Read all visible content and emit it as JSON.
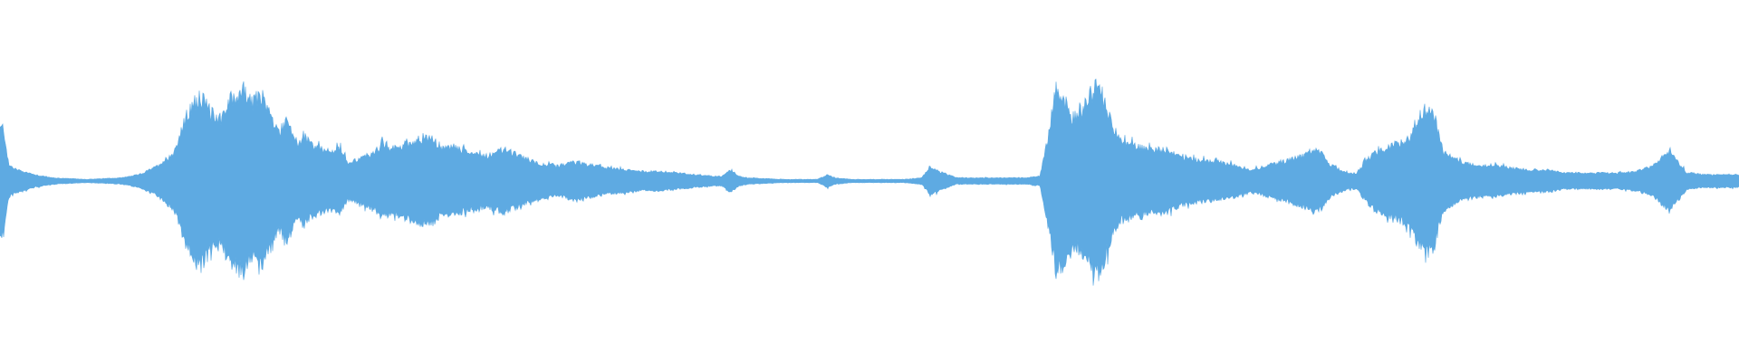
{
  "waveform": {
    "color": "#5eaae2",
    "background": "#ffffff",
    "amplitude_envelope": [
      [
        0.0,
        0.33
      ],
      [
        0.002,
        0.34
      ],
      [
        0.005,
        0.1
      ],
      [
        0.01,
        0.07
      ],
      [
        0.02,
        0.04
      ],
      [
        0.03,
        0.02
      ],
      [
        0.05,
        0.01
      ],
      [
        0.07,
        0.02
      ],
      [
        0.08,
        0.04
      ],
      [
        0.09,
        0.09
      ],
      [
        0.1,
        0.18
      ],
      [
        0.107,
        0.4
      ],
      [
        0.115,
        0.55
      ],
      [
        0.12,
        0.43
      ],
      [
        0.127,
        0.4
      ],
      [
        0.133,
        0.52
      ],
      [
        0.14,
        0.57
      ],
      [
        0.145,
        0.48
      ],
      [
        0.15,
        0.55
      ],
      [
        0.155,
        0.43
      ],
      [
        0.16,
        0.3
      ],
      [
        0.165,
        0.4
      ],
      [
        0.17,
        0.22
      ],
      [
        0.175,
        0.28
      ],
      [
        0.18,
        0.22
      ],
      [
        0.19,
        0.18
      ],
      [
        0.195,
        0.21
      ],
      [
        0.2,
        0.12
      ],
      [
        0.205,
        0.13
      ],
      [
        0.215,
        0.18
      ],
      [
        0.22,
        0.23
      ],
      [
        0.225,
        0.2
      ],
      [
        0.235,
        0.24
      ],
      [
        0.245,
        0.28
      ],
      [
        0.25,
        0.25
      ],
      [
        0.255,
        0.2
      ],
      [
        0.26,
        0.22
      ],
      [
        0.27,
        0.18
      ],
      [
        0.28,
        0.16
      ],
      [
        0.29,
        0.2
      ],
      [
        0.3,
        0.15
      ],
      [
        0.31,
        0.11
      ],
      [
        0.32,
        0.09
      ],
      [
        0.33,
        0.12
      ],
      [
        0.34,
        0.1
      ],
      [
        0.35,
        0.08
      ],
      [
        0.36,
        0.07
      ],
      [
        0.37,
        0.06
      ],
      [
        0.38,
        0.06
      ],
      [
        0.39,
        0.05
      ],
      [
        0.4,
        0.04
      ],
      [
        0.41,
        0.03
      ],
      [
        0.415,
        0.03
      ],
      [
        0.42,
        0.07
      ],
      [
        0.425,
        0.03
      ],
      [
        0.43,
        0.02
      ],
      [
        0.45,
        0.01
      ],
      [
        0.47,
        0.01
      ],
      [
        0.476,
        0.04
      ],
      [
        0.48,
        0.02
      ],
      [
        0.49,
        0.01
      ],
      [
        0.52,
        0.01
      ],
      [
        0.53,
        0.02
      ],
      [
        0.535,
        0.09
      ],
      [
        0.54,
        0.06
      ],
      [
        0.545,
        0.04
      ],
      [
        0.55,
        0.02
      ],
      [
        0.57,
        0.02
      ],
      [
        0.59,
        0.02
      ],
      [
        0.598,
        0.03
      ],
      [
        0.603,
        0.3
      ],
      [
        0.607,
        0.57
      ],
      [
        0.612,
        0.52
      ],
      [
        0.616,
        0.4
      ],
      [
        0.62,
        0.42
      ],
      [
        0.625,
        0.5
      ],
      [
        0.63,
        0.6
      ],
      [
        0.635,
        0.5
      ],
      [
        0.64,
        0.33
      ],
      [
        0.645,
        0.25
      ],
      [
        0.65,
        0.23
      ],
      [
        0.66,
        0.2
      ],
      [
        0.67,
        0.2
      ],
      [
        0.68,
        0.15
      ],
      [
        0.69,
        0.13
      ],
      [
        0.7,
        0.12
      ],
      [
        0.71,
        0.1
      ],
      [
        0.72,
        0.07
      ],
      [
        0.73,
        0.1
      ],
      [
        0.74,
        0.13
      ],
      [
        0.75,
        0.16
      ],
      [
        0.755,
        0.2
      ],
      [
        0.76,
        0.17
      ],
      [
        0.765,
        0.1
      ],
      [
        0.775,
        0.05
      ],
      [
        0.78,
        0.05
      ],
      [
        0.785,
        0.12
      ],
      [
        0.79,
        0.18
      ],
      [
        0.8,
        0.22
      ],
      [
        0.81,
        0.27
      ],
      [
        0.815,
        0.38
      ],
      [
        0.82,
        0.46
      ],
      [
        0.825,
        0.4
      ],
      [
        0.83,
        0.18
      ],
      [
        0.84,
        0.12
      ],
      [
        0.85,
        0.1
      ],
      [
        0.86,
        0.1
      ],
      [
        0.87,
        0.08
      ],
      [
        0.88,
        0.07
      ],
      [
        0.89,
        0.07
      ],
      [
        0.9,
        0.05
      ],
      [
        0.91,
        0.05
      ],
      [
        0.92,
        0.05
      ],
      [
        0.93,
        0.05
      ],
      [
        0.94,
        0.06
      ],
      [
        0.95,
        0.09
      ],
      [
        0.955,
        0.14
      ],
      [
        0.96,
        0.19
      ],
      [
        0.965,
        0.12
      ],
      [
        0.97,
        0.05
      ],
      [
        0.98,
        0.04
      ],
      [
        0.99,
        0.04
      ],
      [
        1.0,
        0.04
      ]
    ]
  }
}
